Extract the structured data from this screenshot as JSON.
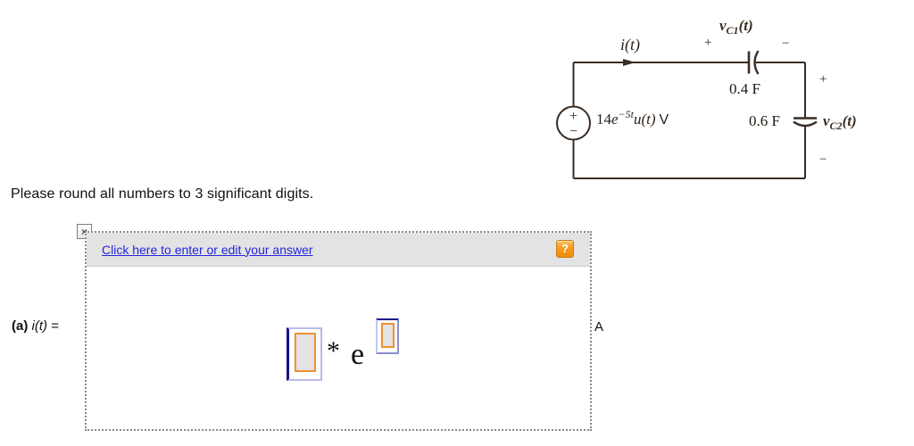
{
  "colors": {
    "wire_brown": "#3a2c22",
    "circuit_text": "#2e2119",
    "link_blue": "#2424dd",
    "help_orange": "#f59b1e",
    "slot_border_lavender": "#b9b9ea",
    "slot_border_navy": "#14148c",
    "slot_inner_orange": "#ee9133",
    "slot_fill_gray": "#e3e3e3",
    "header_gray": "#e3e3e3"
  },
  "circuit": {
    "current_label": "i(t)",
    "vc1": {
      "sym": "v",
      "sub": "C1",
      "arg": "(t)",
      "plus": "+",
      "minus": "−"
    },
    "c1_value": "0.4 F",
    "source": {
      "coef": "14",
      "base": "e",
      "exp": "−5t",
      "arg": "u(t)",
      "unit": "V",
      "plus": "+",
      "minus": "−"
    },
    "c2_value": "0.6 F",
    "vc2": {
      "sym": "v",
      "sub": "C2",
      "arg": "(t)",
      "plus": "+",
      "minus": "−"
    }
  },
  "instruction": "Please round all numbers to 3 significant digits.",
  "answer": {
    "close": "×",
    "link": "Click here to enter or edit your answer",
    "help": "?",
    "part": "(a)",
    "lhs": "i(t)",
    "eq": "=",
    "times": "*",
    "euler": "e",
    "unit": "A"
  }
}
